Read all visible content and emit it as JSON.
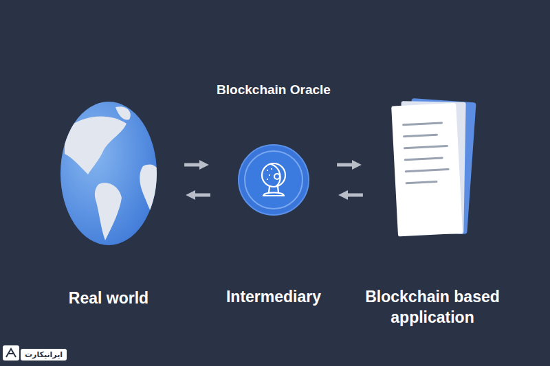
{
  "diagram": {
    "nodes": [
      {
        "text": [
          "Real world"
        ]
      },
      {
        "text": [
          "Blockchain Oracle",
          "Intermediary"
        ]
      },
      {
        "text": [
          "Blockchain based application"
        ]
      }
    ],
    "edges": [
      {
        "from": 0,
        "to": 1,
        "arrow": "to"
      },
      {
        "from": 1,
        "to": 0,
        "arrow": "to"
      },
      {
        "from": 1,
        "to": 2,
        "arrow": "to"
      },
      {
        "from": 2,
        "to": 1,
        "arrow": "to"
      }
    ],
    "labels": [
      "ایرانیکارت"
    ]
  }
}
